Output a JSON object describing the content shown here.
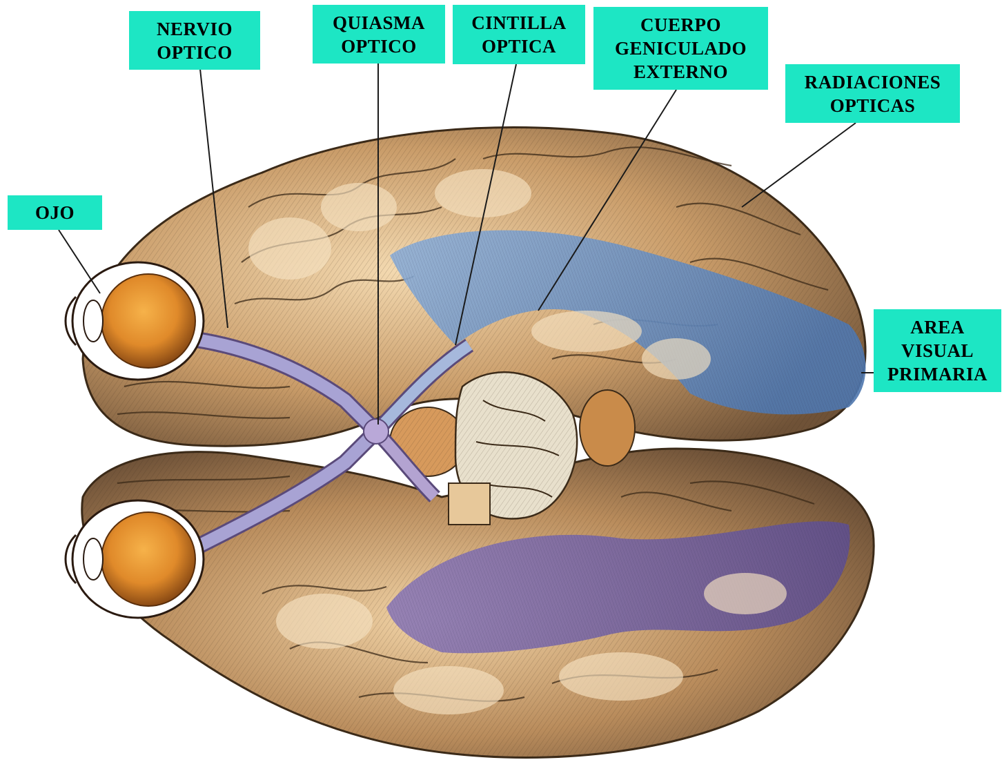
{
  "labels": {
    "nervio_optico": [
      "NERVIO",
      "OPTICO"
    ],
    "quiasma_optico": [
      "QUIASMA",
      "OPTICO"
    ],
    "cintilla_optica": [
      "CINTILLA",
      "OPTICA"
    ],
    "cuerpo_geniculado_externo": [
      "CUERPO",
      "GENICULADO",
      "EXTERNO"
    ],
    "radiaciones_opticas": [
      "RADIACIONES",
      "OPTICAS"
    ],
    "ojo": [
      "OJO"
    ],
    "area_visual_primaria": [
      "AREA",
      "VISUAL",
      "PRIMARIA"
    ]
  },
  "colors": {
    "label_bg": "#1de6c4",
    "brain_light": "#f1d3a6",
    "brain_mid": "#b98c5c",
    "brain_dark": "#6f5237",
    "radiation_blue": "#6f94c4",
    "radiation_purple": "#7b6aa8",
    "eye_orange": "#e08a2a",
    "nerve_lilac": "#9a95c8"
  }
}
